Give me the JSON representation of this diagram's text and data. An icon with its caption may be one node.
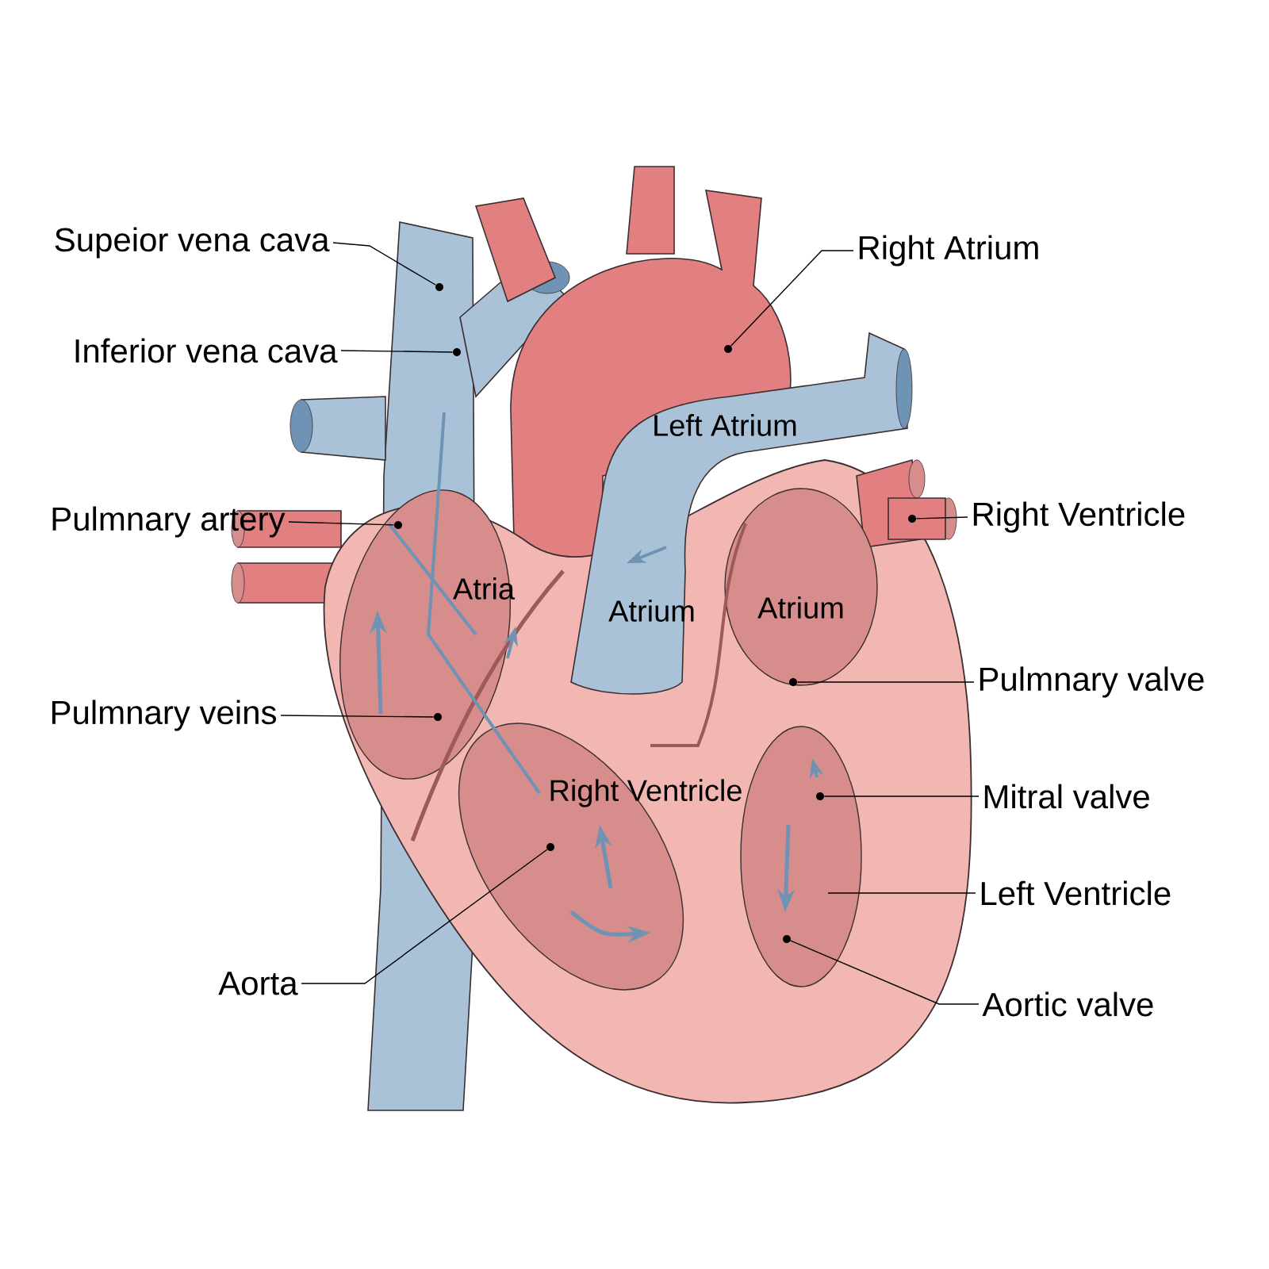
{
  "diagram": {
    "nodes": [
      {
        "text": [
          "Supeior vena cava"
        ]
      },
      {
        "text": [
          "Inferior vena cava"
        ]
      },
      {
        "text": [
          "Pulmnary artery"
        ]
      },
      {
        "text": [
          "Pulmnary veins"
        ]
      },
      {
        "text": [
          "Aorta"
        ]
      },
      {
        "text": [
          "Right Atrium"
        ]
      },
      {
        "text": [
          "Right Ventricle"
        ]
      },
      {
        "text": [
          "Pulmnary valve"
        ]
      },
      {
        "text": [
          "Mitral valve"
        ]
      },
      {
        "text": [
          "Left Ventricle"
        ]
      },
      {
        "text": [
          "Aortic valve"
        ]
      },
      {
        "text": [],
        "shape": "circle"
      },
      {
        "text": [],
        "shape": "circle"
      },
      {
        "text": [],
        "shape": "circle"
      },
      {
        "text": [],
        "shape": "circle"
      },
      {
        "text": [],
        "shape": "circle"
      },
      {
        "text": [],
        "shape": "circle"
      },
      {
        "text": [],
        "shape": "circle"
      },
      {
        "text": [],
        "shape": "circle"
      },
      {
        "text": [],
        "shape": "circle"
      },
      {
        "text": [],
        "shape": "circle"
      }
    ],
    "edges": [
      {
        "from": 0,
        "to": 11,
        "arrow": "none"
      },
      {
        "from": 1,
        "to": 12,
        "arrow": "none"
      },
      {
        "from": 2,
        "to": 13,
        "arrow": "none"
      },
      {
        "from": 3,
        "to": 14,
        "arrow": "none"
      },
      {
        "from": 4,
        "to": 15,
        "arrow": "none"
      },
      {
        "from": 5,
        "to": 16,
        "arrow": "none"
      },
      {
        "from": 6,
        "to": 17,
        "arrow": "none"
      },
      {
        "from": 7,
        "to": 18,
        "arrow": "none"
      },
      {
        "from": 8,
        "to": 19,
        "arrow": "none"
      },
      {
        "from": 9,
        "to": null,
        "arrow": "none"
      },
      {
        "from": 10,
        "to": 20,
        "arrow": "none"
      }
    ],
    "labels": [
      "Left Atrium",
      "Atria",
      "Atrium",
      "Atrium",
      "Right Ventricle"
    ]
  }
}
